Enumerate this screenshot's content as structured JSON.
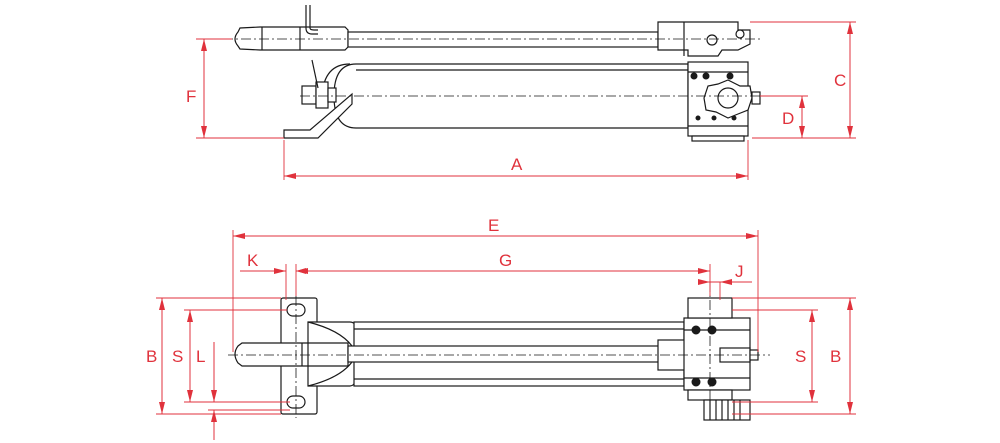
{
  "diagram": {
    "colors": {
      "dimension": "#e0323c",
      "outline": "#1a1a1a",
      "background": "#ffffff"
    },
    "side_view": {
      "dimensions": {
        "a": "A",
        "c": "C",
        "d": "D",
        "f": "F"
      }
    },
    "top_view": {
      "dimensions": {
        "e": "E",
        "g": "G",
        "k": "K",
        "j": "J",
        "b_left": "B",
        "s_left": "S",
        "l": "L",
        "s_right": "S",
        "b_right": "B"
      }
    }
  }
}
